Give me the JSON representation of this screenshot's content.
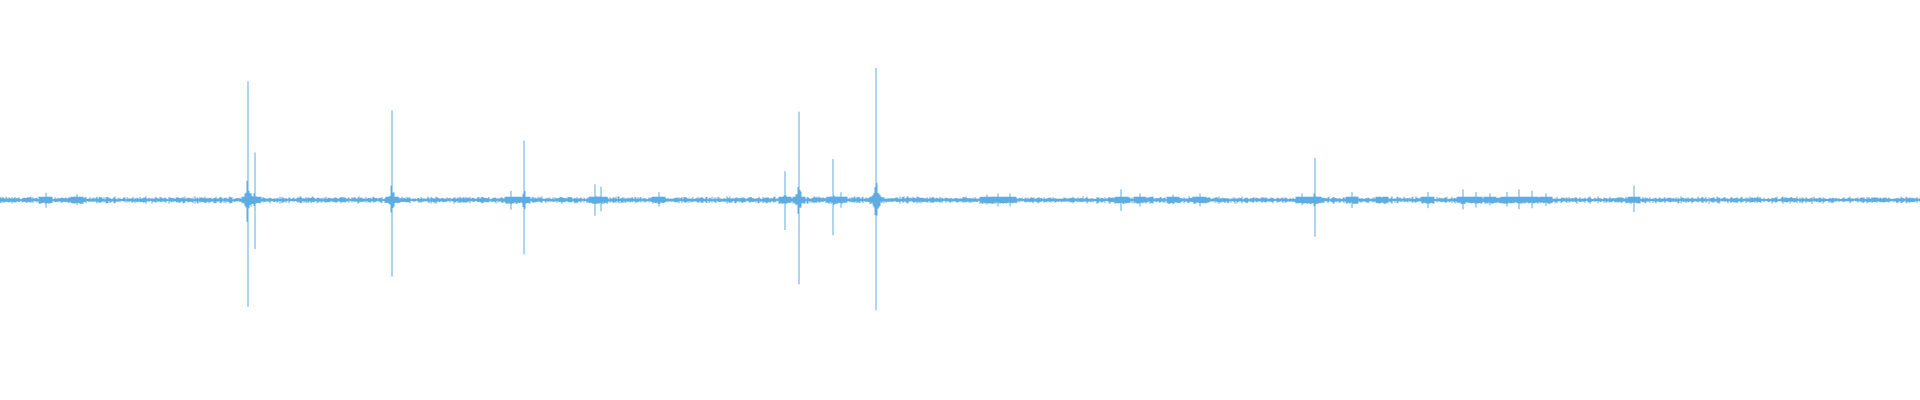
{
  "waveform": {
    "color": "#5dade2",
    "baseline_amplitude": 0.025,
    "spikes": [
      {
        "t": 0.024,
        "amp": 0.055
      },
      {
        "t": 0.04,
        "amp": 0.045
      },
      {
        "t": 0.129,
        "amp": 0.9
      },
      {
        "t": 0.133,
        "amp": 0.36
      },
      {
        "t": 0.204,
        "amp": 0.68
      },
      {
        "t": 0.266,
        "amp": 0.07
      },
      {
        "t": 0.273,
        "amp": 0.45
      },
      {
        "t": 0.31,
        "amp": 0.12
      },
      {
        "t": 0.313,
        "amp": 0.1
      },
      {
        "t": 0.343,
        "amp": 0.06
      },
      {
        "t": 0.409,
        "amp": 0.22
      },
      {
        "t": 0.416,
        "amp": 0.67
      },
      {
        "t": 0.434,
        "amp": 0.31
      },
      {
        "t": 0.438,
        "amp": 0.06
      },
      {
        "t": 0.456,
        "amp": 1.0
      },
      {
        "t": 0.514,
        "amp": 0.04
      },
      {
        "t": 0.52,
        "amp": 0.05
      },
      {
        "t": 0.526,
        "amp": 0.05
      },
      {
        "t": 0.584,
        "amp": 0.08
      },
      {
        "t": 0.594,
        "amp": 0.05
      },
      {
        "t": 0.611,
        "amp": 0.04
      },
      {
        "t": 0.625,
        "amp": 0.05
      },
      {
        "t": 0.678,
        "amp": 0.05
      },
      {
        "t": 0.685,
        "amp": 0.32
      },
      {
        "t": 0.704,
        "amp": 0.06
      },
      {
        "t": 0.72,
        "amp": 0.02
      },
      {
        "t": 0.744,
        "amp": 0.06
      },
      {
        "t": 0.762,
        "amp": 0.08
      },
      {
        "t": 0.769,
        "amp": 0.06
      },
      {
        "t": 0.776,
        "amp": 0.05
      },
      {
        "t": 0.785,
        "amp": 0.06
      },
      {
        "t": 0.791,
        "amp": 0.08
      },
      {
        "t": 0.798,
        "amp": 0.07
      },
      {
        "t": 0.805,
        "amp": 0.05
      },
      {
        "t": 0.851,
        "amp": 0.11
      }
    ]
  }
}
